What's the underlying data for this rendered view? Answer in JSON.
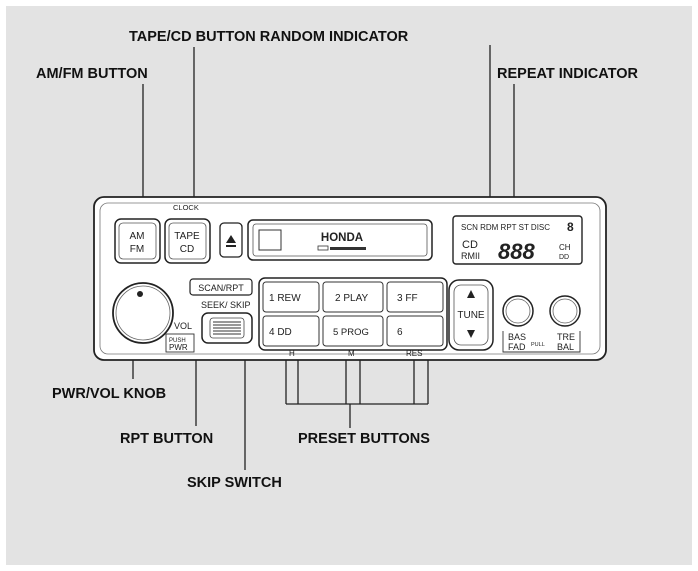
{
  "callouts": {
    "tape_cd_random": "TAPE/CD BUTTON RANDOM INDICATOR",
    "am_fm": "AM/FM BUTTON",
    "repeat": "REPEAT INDICATOR",
    "pwr_vol": "PWR/VOL KNOB",
    "rpt": "RPT BUTTON",
    "preset": "PRESET BUTTONS",
    "skip": "SKIP SWITCH"
  },
  "radio": {
    "clock_label": "CLOCK",
    "am_line1": "AM",
    "am_line2": "FM",
    "tape_line1": "TAPE",
    "tape_line2": "CD",
    "eject_icon": "eject-icon",
    "brand": "HONDA",
    "display_top": "SCN RDM RPT ST DISC",
    "display_disc_digit": "8",
    "display_cd": "CD",
    "display_rmi": "RMII",
    "display_digits": "888",
    "display_ch": "CH",
    "display_dd": "DD",
    "scan_rpt": "SCAN/RPT",
    "seek_skip": "SEEK/ SKIP",
    "vol": "VOL",
    "push_pwr_1": "PUSH",
    "push_pwr_2": "PWR",
    "preset1": "1 REW",
    "preset2": "2 PLAY",
    "preset3": "3 FF",
    "preset4": "4 DD",
    "preset5": "5 PROG",
    "preset6": "6",
    "under_4": "H",
    "under_5": "M",
    "under_6": "RES",
    "tune": "TUNE",
    "bas1": "BAS",
    "bas2": "FAD",
    "pull": "PULL",
    "tre1": "TRE",
    "tre2": "BAL"
  }
}
